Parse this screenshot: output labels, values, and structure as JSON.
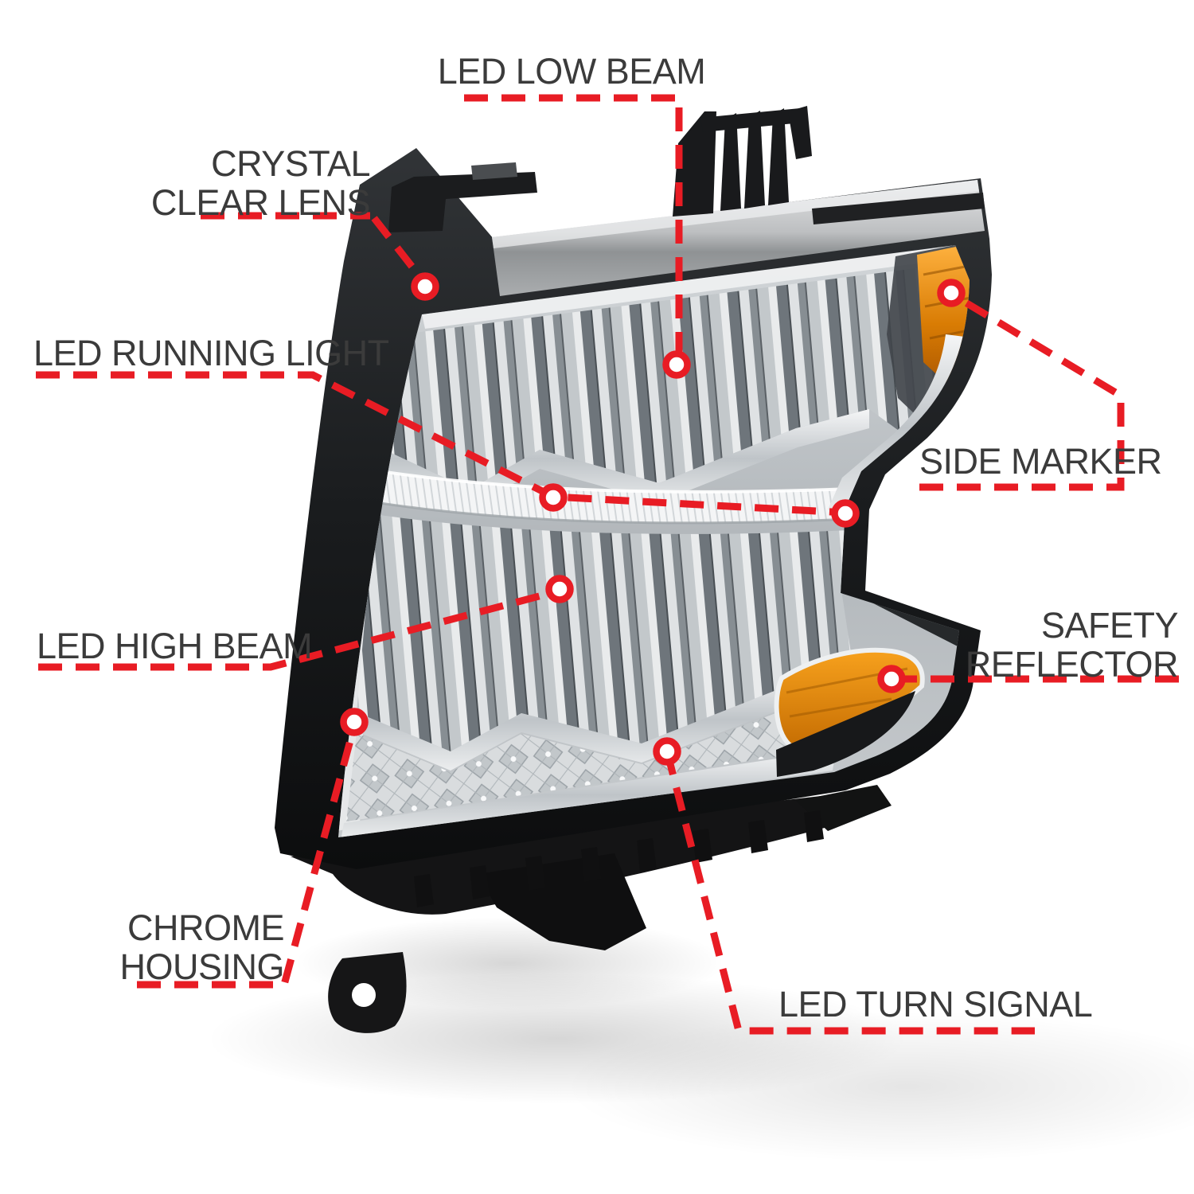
{
  "product_diagram": {
    "description": "Annotated headlight assembly diagram",
    "callouts": {
      "led_low_beam": {
        "label": "LED LOW BEAM"
      },
      "crystal_clear_lens": {
        "line1": "CRYSTAL",
        "line2": "CLEAR LENS"
      },
      "led_running_light": {
        "label": "LED RUNNING LIGHT"
      },
      "led_high_beam": {
        "label": "LED HIGH BEAM"
      },
      "chrome_housing": {
        "line1": "CHROME",
        "line2": "HOUSING"
      },
      "side_marker": {
        "label": "SIDE MARKER"
      },
      "safety_reflector": {
        "line1": "SAFETY",
        "line2": "REFLECTOR"
      },
      "led_turn_signal": {
        "label": "LED TURN SIGNAL"
      }
    },
    "colors": {
      "callout_red": "#e81c24",
      "label_text": "#3b3b3b",
      "amber_lens": "#e8890c",
      "chrome_silver": "#c6cbcf",
      "housing_black": "#17181a",
      "background": "#ffffff"
    }
  }
}
